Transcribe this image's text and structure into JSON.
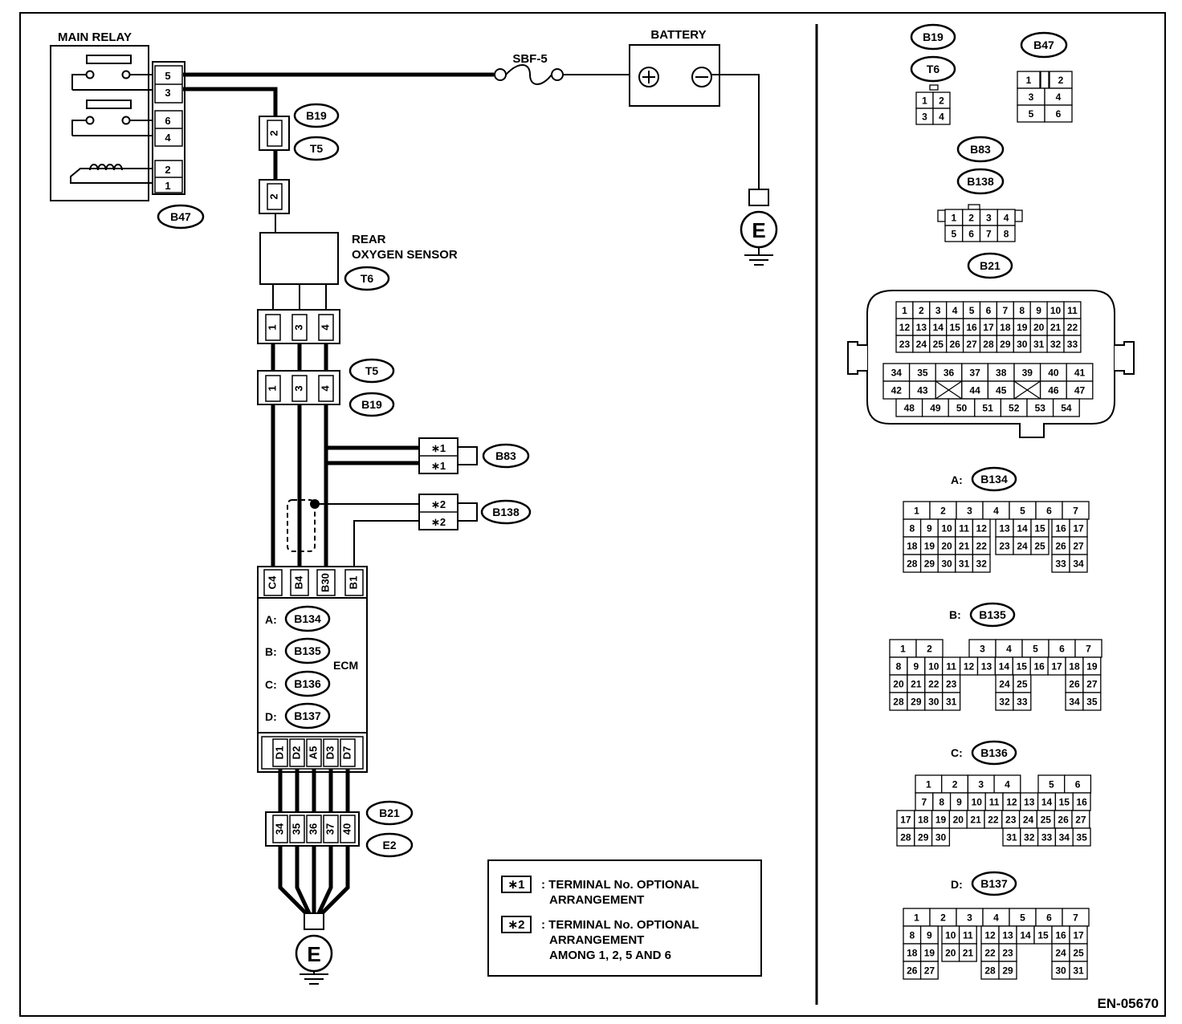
{
  "diagram_code": "EN-05670",
  "main_relay": {
    "title": "MAIN RELAY",
    "terminals": [
      "5",
      "3",
      "6",
      "4",
      "2",
      "1"
    ],
    "connector": "B47"
  },
  "battery": {
    "title": "BATTERY",
    "fuse": "SBF-5"
  },
  "ground_label": "E",
  "harness_connector": {
    "ids": [
      "B19",
      "T5"
    ],
    "pin": "2"
  },
  "sensor": {
    "title_line1": "REAR",
    "title_line2": "OXYGEN SENSOR",
    "connector": "T6",
    "pins": [
      "1",
      "3",
      "4"
    ]
  },
  "sensor_harness": {
    "ids": [
      "T5",
      "B19"
    ],
    "pins": [
      "1",
      "3",
      "4"
    ]
  },
  "b83": {
    "id": "B83",
    "pins": [
      "∗1",
      "∗1"
    ]
  },
  "b138": {
    "id": "B138",
    "pins": [
      "∗2",
      "∗2"
    ]
  },
  "ecm": {
    "label": "ECM",
    "top_terminals": [
      "C4",
      "B4",
      "B30",
      "B1"
    ],
    "bottom_terminals": [
      "D1",
      "D2",
      "A5",
      "D3",
      "D7"
    ],
    "connectors": [
      {
        "prefix": "A:",
        "id": "B134"
      },
      {
        "prefix": "B:",
        "id": "B135"
      },
      {
        "prefix": "C:",
        "id": "B136"
      },
      {
        "prefix": "D:",
        "id": "B137"
      }
    ]
  },
  "b21_harness": {
    "ids": [
      "B21",
      "E2"
    ],
    "pins": [
      "34",
      "35",
      "36",
      "37",
      "40"
    ]
  },
  "legend": [
    {
      "symbol": "∗1",
      "line1": ": TERMINAL No. OPTIONAL",
      "line2": "ARRANGEMENT",
      "line3": ""
    },
    {
      "symbol": "∗2",
      "line1": ": TERMINAL No. OPTIONAL",
      "line2": "ARRANGEMENT",
      "line3": "AMONG 1, 2, 5  AND 6"
    }
  ],
  "faces": {
    "b19_t6": {
      "ids": [
        "B19",
        "T6"
      ],
      "rows": [
        [
          "1",
          "2"
        ],
        [
          "3",
          "4"
        ]
      ]
    },
    "b47": {
      "id": "B47",
      "rows": [
        [
          "1",
          "",
          "2"
        ],
        [
          "3",
          "4"
        ],
        [
          "5",
          "6"
        ]
      ]
    },
    "b83_b138": {
      "ids": [
        "B83",
        "B138"
      ],
      "rows": [
        [
          "1",
          "2",
          "3",
          "4"
        ],
        [
          "5",
          "6",
          "7",
          "8"
        ]
      ]
    },
    "b21": {
      "id": "B21",
      "upper": [
        [
          "1",
          "2",
          "3",
          "4",
          "5",
          "6",
          "7",
          "8",
          "9",
          "10",
          "11"
        ],
        [
          "12",
          "13",
          "14",
          "15",
          "16",
          "17",
          "18",
          "19",
          "20",
          "21",
          "22"
        ],
        [
          "23",
          "24",
          "25",
          "26",
          "27",
          "28",
          "29",
          "30",
          "31",
          "32",
          "33"
        ]
      ],
      "lower": [
        [
          "34",
          "35",
          "36",
          "37",
          "38",
          "39",
          "40",
          "41"
        ],
        [
          "42",
          "43",
          "",
          "44",
          "45",
          "",
          "46",
          "47"
        ],
        [
          "48",
          "49",
          "50",
          "51",
          "52",
          "53",
          "54"
        ]
      ]
    },
    "a": {
      "prefix": "A:",
      "id": "B134",
      "rows": [
        [
          "1",
          "2",
          "3",
          "4",
          "5",
          "6",
          "7"
        ],
        [
          "8",
          "9",
          "10",
          "11",
          "12",
          "13",
          "14",
          "15",
          "16",
          "17"
        ],
        [
          "18",
          "19",
          "20",
          "21",
          "22",
          "23",
          "24",
          "25",
          "26",
          "27"
        ],
        [
          "28",
          "29",
          "30",
          "31",
          "32",
          "33",
          "34"
        ]
      ]
    },
    "b": {
      "prefix": "B:",
      "id": "B135",
      "rows": [
        [
          "1",
          "2",
          "3",
          "4",
          "5",
          "6",
          "7"
        ],
        [
          "8",
          "9",
          "10",
          "11",
          "12",
          "13",
          "14",
          "15",
          "16",
          "17",
          "18",
          "19"
        ],
        [
          "20",
          "21",
          "22",
          "23",
          "24",
          "25",
          "26",
          "27"
        ],
        [
          "28",
          "29",
          "30",
          "31",
          "32",
          "33",
          "34",
          "35"
        ]
      ]
    },
    "c": {
      "prefix": "C:",
      "id": "B136",
      "rows": [
        [
          "1",
          "2",
          "3",
          "4",
          "5",
          "6"
        ],
        [
          "7",
          "8",
          "9",
          "10",
          "11",
          "12",
          "13",
          "14",
          "15",
          "16"
        ],
        [
          "17",
          "18",
          "19",
          "20",
          "21",
          "22",
          "23",
          "24",
          "25",
          "26",
          "27"
        ],
        [
          "28",
          "29",
          "30",
          "31",
          "32",
          "33",
          "34",
          "35"
        ]
      ]
    },
    "d": {
      "prefix": "D:",
      "id": "B137",
      "rows": [
        [
          "1",
          "2",
          "3",
          "4",
          "5",
          "6",
          "7"
        ],
        [
          "8",
          "9",
          "10",
          "11",
          "12",
          "13",
          "14",
          "15",
          "16",
          "17"
        ],
        [
          "18",
          "19",
          "20",
          "21",
          "22",
          "23",
          "24",
          "25"
        ],
        [
          "26",
          "27",
          "28",
          "29",
          "30",
          "31"
        ]
      ]
    }
  }
}
